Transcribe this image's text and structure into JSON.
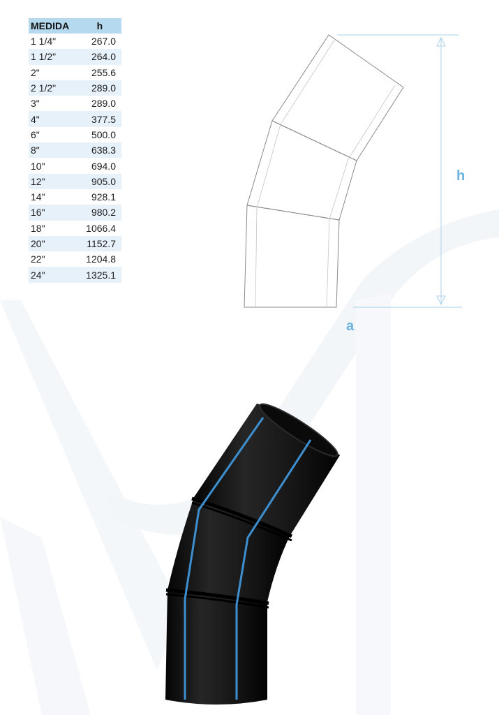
{
  "table": {
    "headers": {
      "size": "MEDIDA",
      "h": "h"
    },
    "rows": [
      {
        "size": "1 1/4\"",
        "h": "267.0"
      },
      {
        "size": "1 1/2\"",
        "h": "264.0"
      },
      {
        "size": "2\"",
        "h": "255.6"
      },
      {
        "size": "2 1/2\"",
        "h": "289.0"
      },
      {
        "size": "3\"",
        "h": "289.0"
      },
      {
        "size": "4\"",
        "h": "377.5"
      },
      {
        "size": "6\"",
        "h": "500.0"
      },
      {
        "size": "8\"",
        "h": "638.3"
      },
      {
        "size": "10\"",
        "h": "694.0"
      },
      {
        "size": "12\"",
        "h": "905.0"
      },
      {
        "size": "14\"",
        "h": "928.1"
      },
      {
        "size": "16\"",
        "h": "980.2"
      },
      {
        "size": "18\"",
        "h": "1066.4"
      },
      {
        "size": "20\"",
        "h": "1152.7"
      },
      {
        "size": "22\"",
        "h": "1204.8"
      },
      {
        "size": "24\"",
        "h": "1325.1"
      }
    ]
  },
  "drawing": {
    "height_label": "h",
    "width_label": "a"
  },
  "colors": {
    "accent": "#6bb3df",
    "header_bg": "#b5daf0",
    "row_alt_bg": "#e6f1fa",
    "pipe": "#141414",
    "stripe": "#3d8fd0"
  },
  "icons": {
    "product": "pipe-elbow-photo",
    "dimension_arrow": "dimension-arrow-icon"
  }
}
